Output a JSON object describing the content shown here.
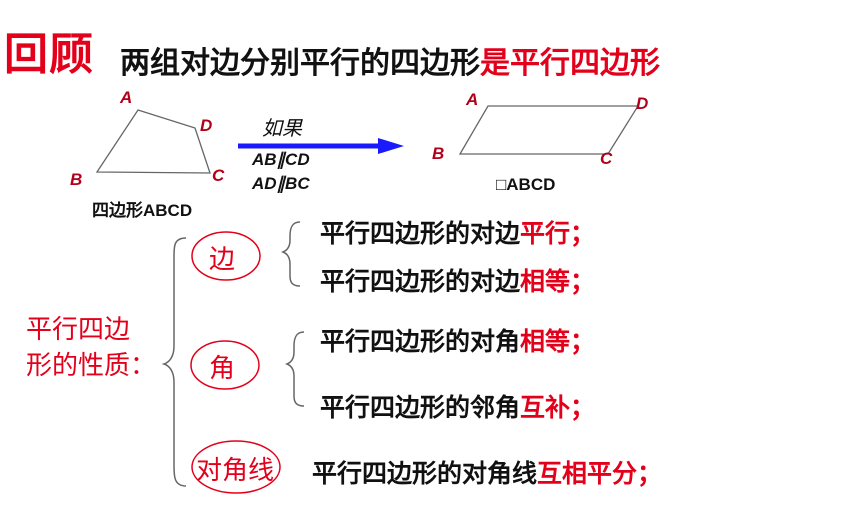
{
  "header": {
    "title_main": "回顾",
    "title_sub_black": "两组对边分别平行的四边形",
    "title_sub_red": "是平行四边形"
  },
  "diagram": {
    "quad_labels": {
      "A": "A",
      "B": "B",
      "C": "C",
      "D": "D"
    },
    "quad_caption": "四边形ABCD",
    "arrow_if": "如果",
    "cond1": "AB∥CD",
    "cond2": "AD∥BC",
    "para_labels": {
      "A": "A",
      "B": "B",
      "C": "C",
      "D": "D"
    },
    "para_caption": "□ABCD"
  },
  "properties": {
    "side_label_line1": "平行四边",
    "side_label_line2": "形的性质：",
    "groups": {
      "edge": {
        "label": "边"
      },
      "angle": {
        "label": "角"
      },
      "diagonal": {
        "label": "对角线"
      }
    },
    "items": [
      {
        "black": "平行四边形的对边",
        "red": "平行；"
      },
      {
        "black": "平行四边形的对边",
        "red": "相等；"
      },
      {
        "black": "平行四边形的对角",
        "red": "相等；"
      },
      {
        "black": "平行四边形的邻角",
        "red": "互补；"
      },
      {
        "black": "平行四边形的对角线",
        "red": "互相平分；"
      }
    ]
  },
  "colors": {
    "accent_red": "#e3001b",
    "arrow_blue": "#1a1aff",
    "label_red": "#b0001a"
  }
}
